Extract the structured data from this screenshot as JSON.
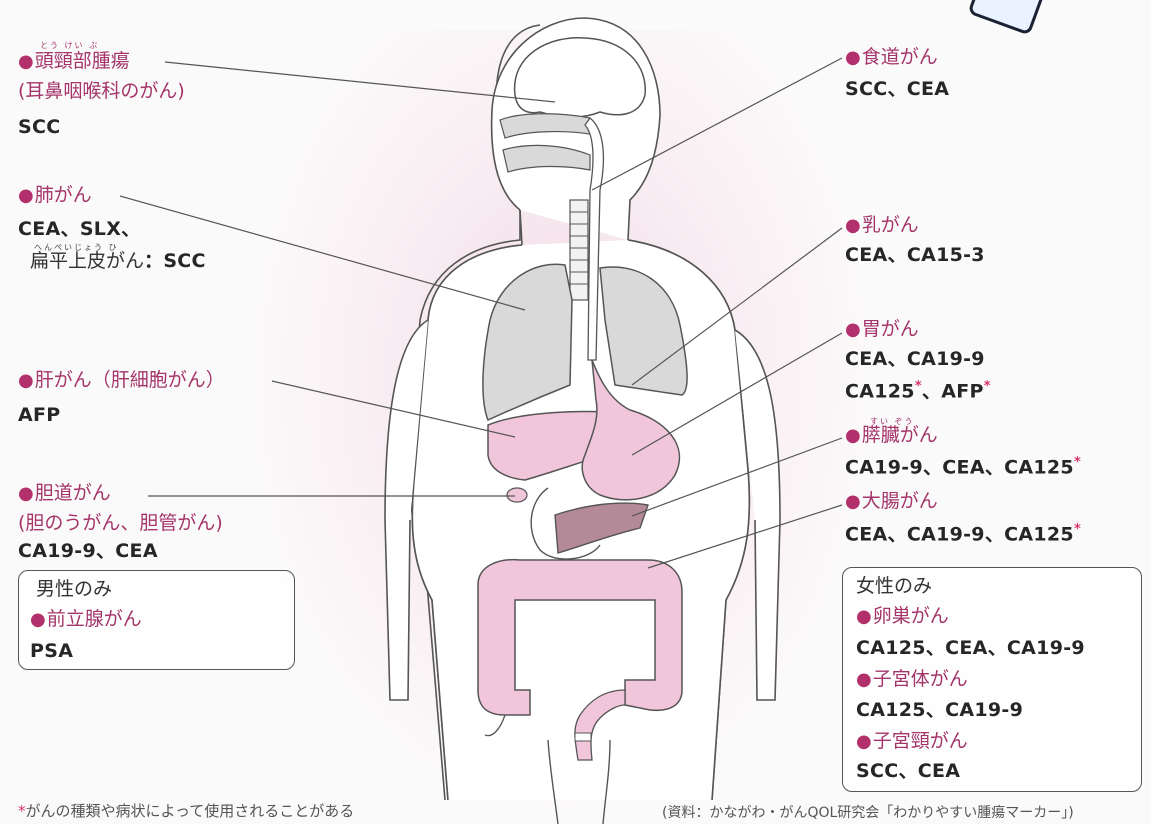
{
  "head_neck": {
    "ruby": "とう けい ぶ",
    "name": "頭頸部腫瘍",
    "sub": "(耳鼻咽喉科のがん)",
    "markers": "SCC"
  },
  "lung": {
    "name": "肺がん",
    "markers_line1": "CEA、SLX、",
    "ruby": "へんぺいじょう ひ",
    "squamous_label": "扁平上皮がん",
    "squamous_marker": "：SCC"
  },
  "liver": {
    "name": "肝がん",
    "sub": "（肝細胞がん）",
    "markers": "AFP"
  },
  "biliary": {
    "name": "胆道がん",
    "sub": "(胆のうがん、胆管がん)",
    "markers": "CA19-9、CEA"
  },
  "male_box": {
    "title": "男性のみ",
    "name": "前立腺がん",
    "markers": "PSA"
  },
  "esophagus": {
    "name": "食道がん",
    "markers": "SCC、CEA"
  },
  "breast": {
    "name": "乳がん",
    "markers": "CEA、CA15-3"
  },
  "stomach": {
    "name": "胃がん",
    "markers_line1": "CEA、CA19-9",
    "markers_line2_a": "CA125",
    "markers_line2_b": "、AFP",
    "asterisk": "*"
  },
  "pancreas": {
    "ruby": "すい ぞう",
    "name": "膵臓がん",
    "markers": "CA19-9、CEA、CA125"
  },
  "colon": {
    "name": "大腸がん",
    "markers": "CEA、CA19-9、CA125"
  },
  "female_box": {
    "title": "女性のみ",
    "ovary_name": "卵巣がん",
    "ovary_markers": "CA125、CEA、CA19-9",
    "uterine_body_name": "子宮体がん",
    "uterine_body_markers": "CA125、CA19-9",
    "cervix_name": "子宮頸がん",
    "cervix_markers": "SCC、CEA"
  },
  "footnote": {
    "asterisk": "*",
    "text": "がんの種類や病状によって使用されることがある"
  },
  "source": {
    "text": "(資料：かながわ・がんQOL研究会「わかりやすい腫瘍マーカー」)"
  },
  "bullet": "●",
  "colors": {
    "cancer_name": "#a4356a",
    "organ_gray": "#d9d9d9",
    "organ_pink": "#f1c6db",
    "pancreas": "#b58a98",
    "outline": "#555555"
  }
}
